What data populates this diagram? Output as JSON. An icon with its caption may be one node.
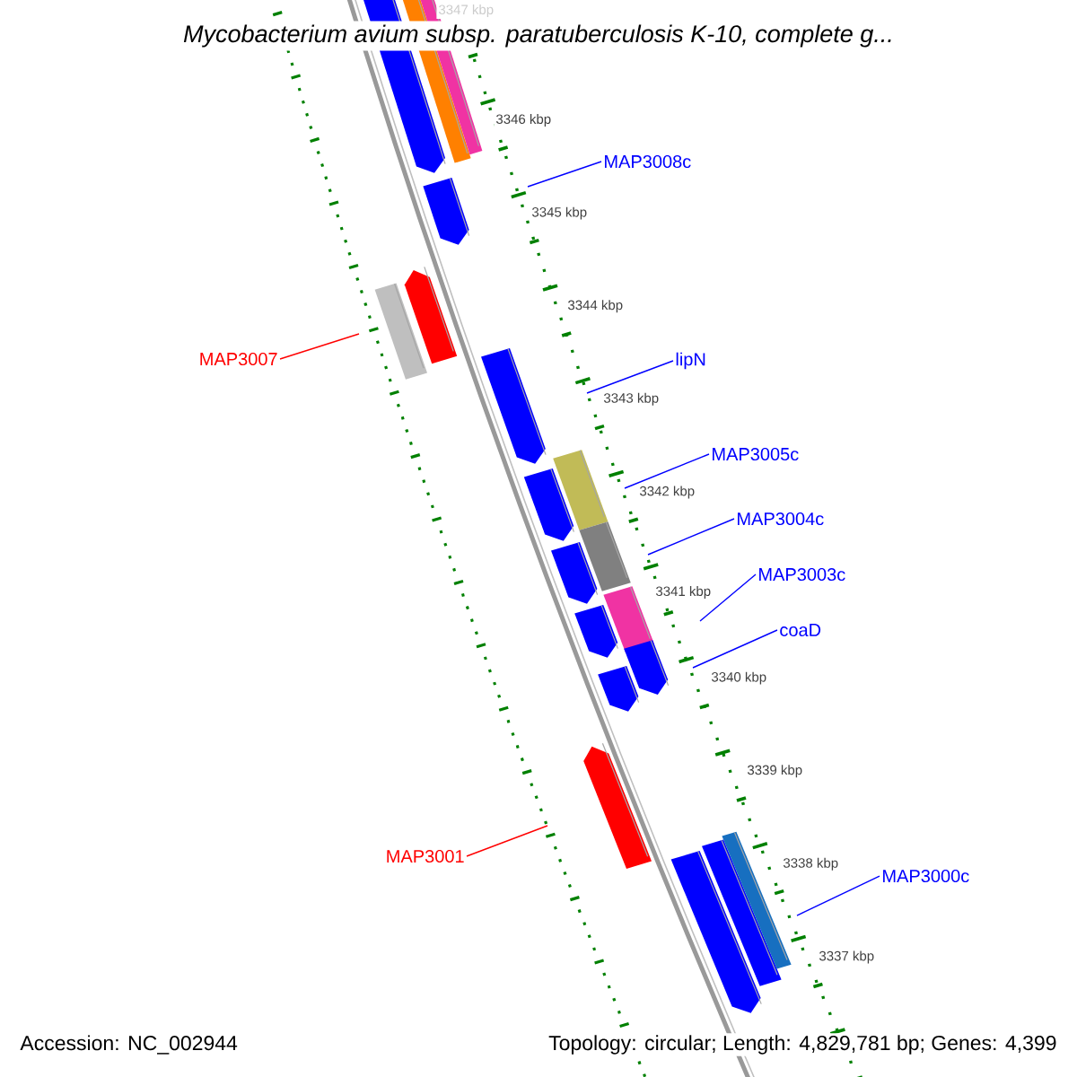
{
  "diagram": {
    "title": "Mycobacterium avium subsp. paratuberculosis K-10, complete g...",
    "nodes": [
      {
        "text": [
          "MAP3008c"
        ]
      },
      {
        "text": [
          "MAP3007"
        ]
      },
      {
        "text": [
          "lipN"
        ]
      },
      {
        "text": [
          "MAP3005c"
        ]
      },
      {
        "text": [
          "MAP3004c"
        ]
      },
      {
        "text": [
          "MAP3003c"
        ]
      },
      {
        "text": [
          "coaD"
        ]
      },
      {
        "text": [
          "MAP3001"
        ]
      },
      {
        "text": [
          "MAP3000c"
        ]
      }
    ],
    "edges": [
      {
        "from": 0,
        "to": null,
        "arrow": "none"
      },
      {
        "from": 1,
        "to": null,
        "arrow": "none",
        "color": "#ff0000"
      },
      {
        "from": 2,
        "to": null,
        "arrow": "none"
      },
      {
        "from": 3,
        "to": null,
        "arrow": "none"
      },
      {
        "from": 4,
        "to": null,
        "arrow": "none"
      },
      {
        "from": 5,
        "to": null,
        "arrow": "none"
      },
      {
        "from": 6,
        "to": null,
        "arrow": "none"
      },
      {
        "from": 7,
        "to": null,
        "arrow": "none",
        "color": "#ff0000"
      },
      {
        "from": 8,
        "to": null,
        "arrow": "none"
      }
    ],
    "labels": [
      "3347 kbp",
      "3346 kbp",
      "3345 kbp",
      "3344 kbp",
      "3343 kbp",
      "3342 kbp",
      "3341 kbp",
      "3340 kbp",
      "3339 kbp",
      "3338 kbp",
      "3337 kbp",
      "Accession: NC_002944",
      "Topology: circular; Length: 4,829,781 bp; Genes: 4,399"
    ]
  }
}
